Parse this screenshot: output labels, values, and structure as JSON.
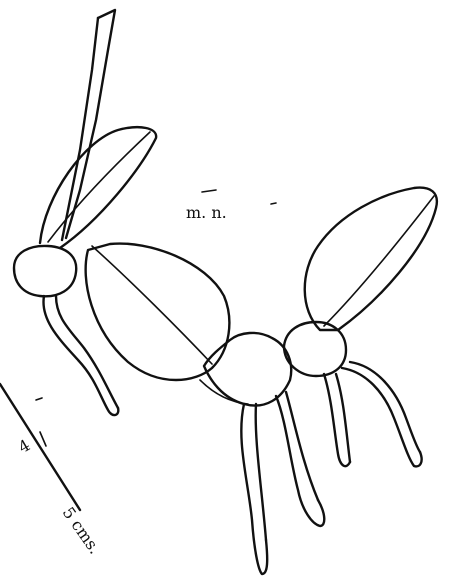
{
  "figure": {
    "label_center": "m. n.",
    "scale_tick_label": "4",
    "scale_end_label": "5 cms."
  },
  "colors": {
    "ink": "#111111",
    "paper": "#ffffff"
  }
}
